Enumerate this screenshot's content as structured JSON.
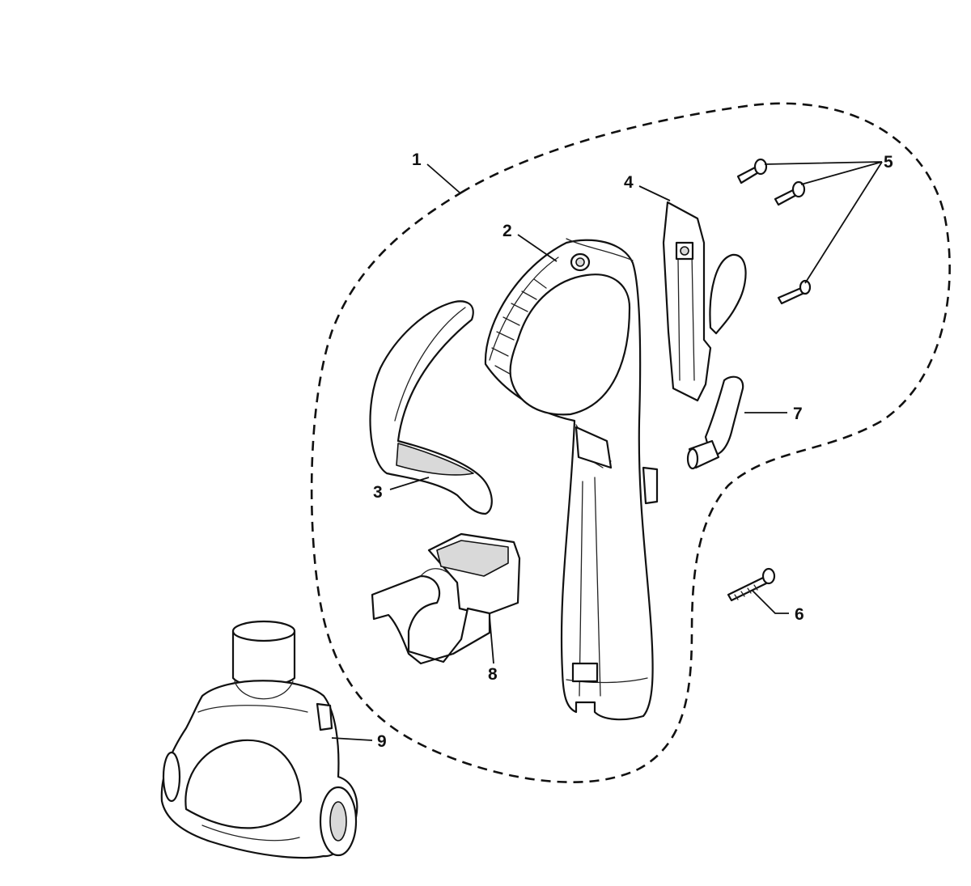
{
  "diagram": {
    "type": "exploded-parts-view",
    "callouts": [
      {
        "id": "1",
        "label": "1"
      },
      {
        "id": "2",
        "label": "2"
      },
      {
        "id": "3",
        "label": "3"
      },
      {
        "id": "4",
        "label": "4"
      },
      {
        "id": "5",
        "label": "5"
      },
      {
        "id": "6",
        "label": "6"
      },
      {
        "id": "7",
        "label": "7"
      },
      {
        "id": "8",
        "label": "8"
      },
      {
        "id": "9",
        "label": "9"
      }
    ],
    "colors": {
      "line": "#111111",
      "fill": "#ffffff",
      "shade": "#d9d9d9"
    }
  }
}
